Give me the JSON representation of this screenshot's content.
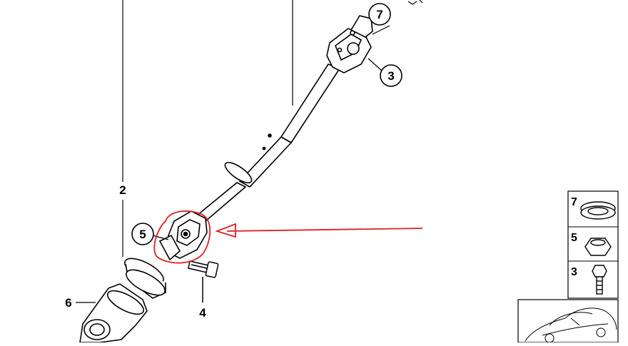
{
  "diagram": {
    "callouts": [
      {
        "id": "7",
        "label": "7",
        "circled": true
      },
      {
        "id": "3",
        "label": "3",
        "circled": true
      },
      {
        "id": "2",
        "label": "2",
        "circled": false
      },
      {
        "id": "5",
        "label": "5",
        "circled": true
      },
      {
        "id": "6",
        "label": "6",
        "circled": false
      },
      {
        "id": "4",
        "label": "4",
        "circled": false
      }
    ],
    "highlight": {
      "color": "#e02020",
      "target": "5"
    },
    "legend": [
      {
        "label": "7",
        "icon": "clamping-ring-icon"
      },
      {
        "label": "5",
        "icon": "hex-nut-icon"
      },
      {
        "label": "3",
        "icon": "hex-bolt-icon"
      }
    ],
    "thumbnail": {
      "icon": "vehicle-outline-icon"
    }
  }
}
